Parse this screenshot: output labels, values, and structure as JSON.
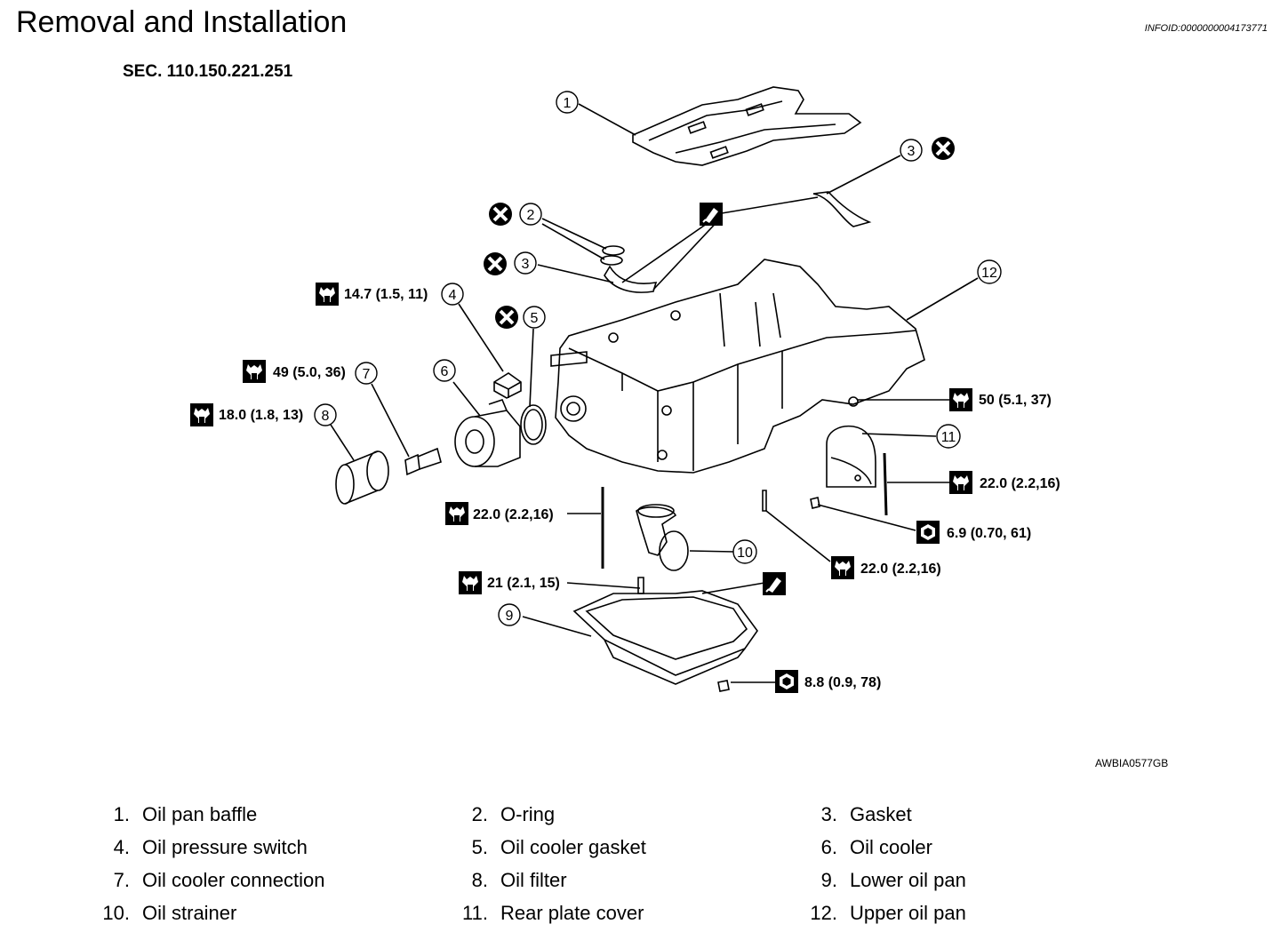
{
  "header": {
    "title": "Removal and Installation",
    "infoid": "INFOID:0000000004173771",
    "section": "SEC. 110.150.221.251",
    "figure_id": "AWBIA0577GB"
  },
  "callouts": [
    {
      "n": "1"
    },
    {
      "n": "2"
    },
    {
      "n": "3"
    },
    {
      "n": "3"
    },
    {
      "n": "4"
    },
    {
      "n": "5"
    },
    {
      "n": "6"
    },
    {
      "n": "7"
    },
    {
      "n": "8"
    },
    {
      "n": "9"
    },
    {
      "n": "10"
    },
    {
      "n": "11"
    },
    {
      "n": "12"
    }
  ],
  "torques": [
    {
      "value": "14.7 (1.5, 11)"
    },
    {
      "value": "49 (5.0, 36)"
    },
    {
      "value": "18.0 (1.8, 13)"
    },
    {
      "value": "50 (5.1, 37)"
    },
    {
      "value": "22.0 (2.2,16)"
    },
    {
      "value": "22.0 (2.2,16)"
    },
    {
      "value": "6.9 (0.70, 61)"
    },
    {
      "value": "22.0 (2.2,16)"
    },
    {
      "value": "21 (2.1, 15)"
    },
    {
      "value": "8.8 (0.9, 78)"
    }
  ],
  "legend": [
    {
      "num": "1.",
      "label": "Oil pan baffle"
    },
    {
      "num": "2.",
      "label": "O-ring"
    },
    {
      "num": "3.",
      "label": "Gasket"
    },
    {
      "num": "4.",
      "label": "Oil pressure switch"
    },
    {
      "num": "5.",
      "label": "Oil cooler gasket"
    },
    {
      "num": "6.",
      "label": "Oil cooler"
    },
    {
      "num": "7.",
      "label": "Oil cooler connection"
    },
    {
      "num": "8.",
      "label": "Oil filter"
    },
    {
      "num": "9.",
      "label": "Lower oil pan"
    },
    {
      "num": "10.",
      "label": "Oil strainer"
    },
    {
      "num": "11.",
      "label": "Rear plate cover"
    },
    {
      "num": "12.",
      "label": "Upper oil pan"
    }
  ]
}
